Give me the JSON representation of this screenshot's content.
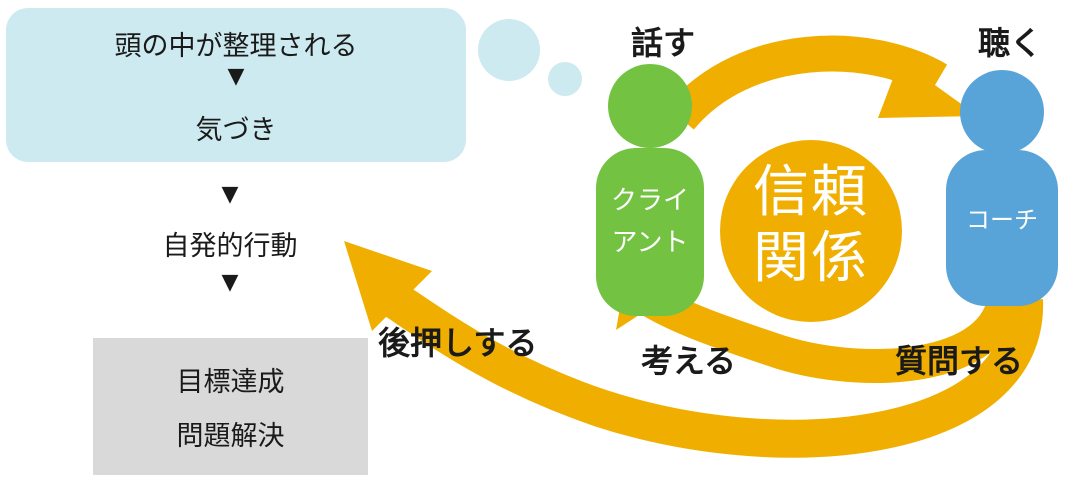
{
  "thought": {
    "line1": "頭の中が整理される",
    "arrow": "▼",
    "line2": "気づき"
  },
  "flow": {
    "arrow1": "▼",
    "step": "自発的行動",
    "arrow2": "▼"
  },
  "goal": {
    "line1": "目標達成",
    "line2": "問題解決"
  },
  "cycle": {
    "talk": "話す",
    "listen": "聴く",
    "ask": "質問する",
    "think": "考える",
    "push": "後押しする"
  },
  "client": {
    "line1": "クライ",
    "line2": "アント"
  },
  "coach": {
    "label": "コーチ"
  },
  "trust": {
    "line1": "信頼",
    "line2": "関係"
  },
  "colors": {
    "arrow": "#f0af00",
    "client": "#73c242",
    "coach": "#58a4d8",
    "thought_bubble": "#cdeaf0",
    "goal_box": "#d9d9d9",
    "trust_circle": "#f0af00"
  }
}
